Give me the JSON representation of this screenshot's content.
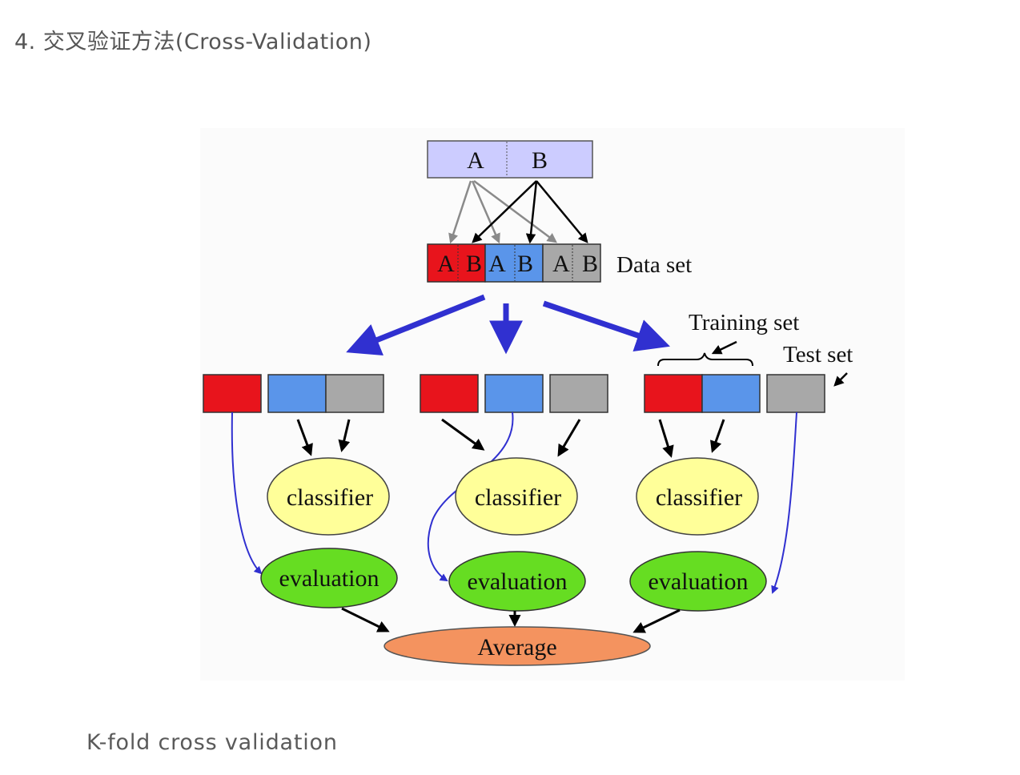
{
  "heading": "4. 交叉验证方法(Cross-Validation)",
  "caption": "K-fold cross validation",
  "diagram": {
    "top_box": {
      "a_label": "A",
      "b_label": "B"
    },
    "data_set": {
      "a1": "A",
      "b1": "B",
      "a2": "A",
      "b2": "B",
      "a3": "A",
      "b3": "B",
      "label": "Data set"
    },
    "training_set_label": "Training set",
    "test_set_label": "Test set",
    "classifier_labels": [
      "classifier",
      "classifier",
      "classifier"
    ],
    "evaluation_labels": [
      "evaluation",
      "evaluation",
      "evaluation"
    ],
    "average_label": "Average"
  },
  "colors": {
    "fold_red": "#e8141c",
    "fold_blue": "#5a95ea",
    "fold_gray": "#a8a8a8",
    "top_box": "#ccccff",
    "arrow_blue": "#3030d0",
    "classifier_fill": "#ffff99",
    "evaluation_fill": "#66dd22",
    "average_fill": "#f4935f"
  }
}
